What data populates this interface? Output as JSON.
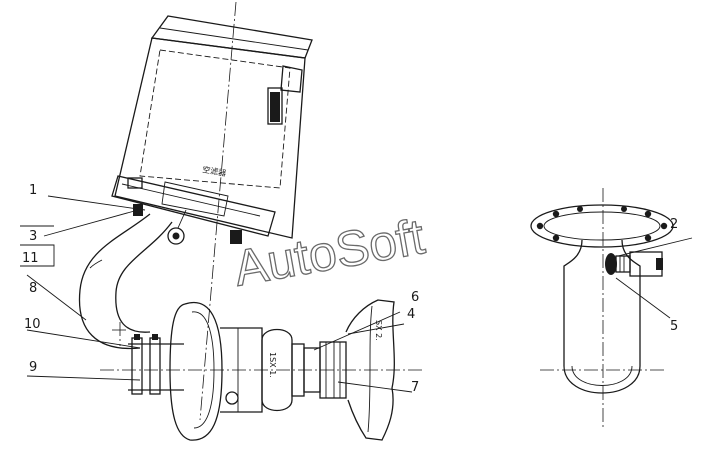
{
  "watermark": "AutoSoft",
  "air_filter_label": "空滤器",
  "callouts": {
    "c1": "1",
    "c2": "2",
    "c3": "3",
    "c4": "4",
    "c5": "5",
    "c6": "6",
    "c7": "7",
    "c8": "8",
    "c9": "9",
    "c10": "10",
    "c11": "11"
  },
  "colors": {
    "line": "#1a1a1a",
    "watermark_outline": "#6a6a6a",
    "background": "#ffffff"
  }
}
